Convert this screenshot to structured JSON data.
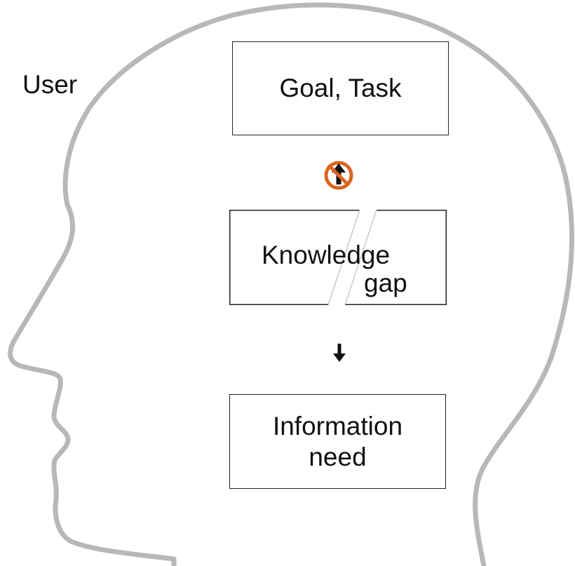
{
  "user_label": "User",
  "boxes": {
    "goal_task": "Goal, Task",
    "knowledge_gap": {
      "line1": "Knowledge",
      "line2": "gap"
    },
    "information_need": {
      "line1": "Information",
      "line2": "need"
    }
  },
  "connectors": {
    "goal_to_gap": {
      "icon": "blocked-arrow-icon",
      "color": "#D9661F"
    },
    "gap_to_need": {
      "icon": "arrow-down-icon",
      "color": "#111111"
    }
  },
  "colors": {
    "head_outline": "#B8B8B8",
    "box_border": "#222222",
    "text": "#111111"
  }
}
